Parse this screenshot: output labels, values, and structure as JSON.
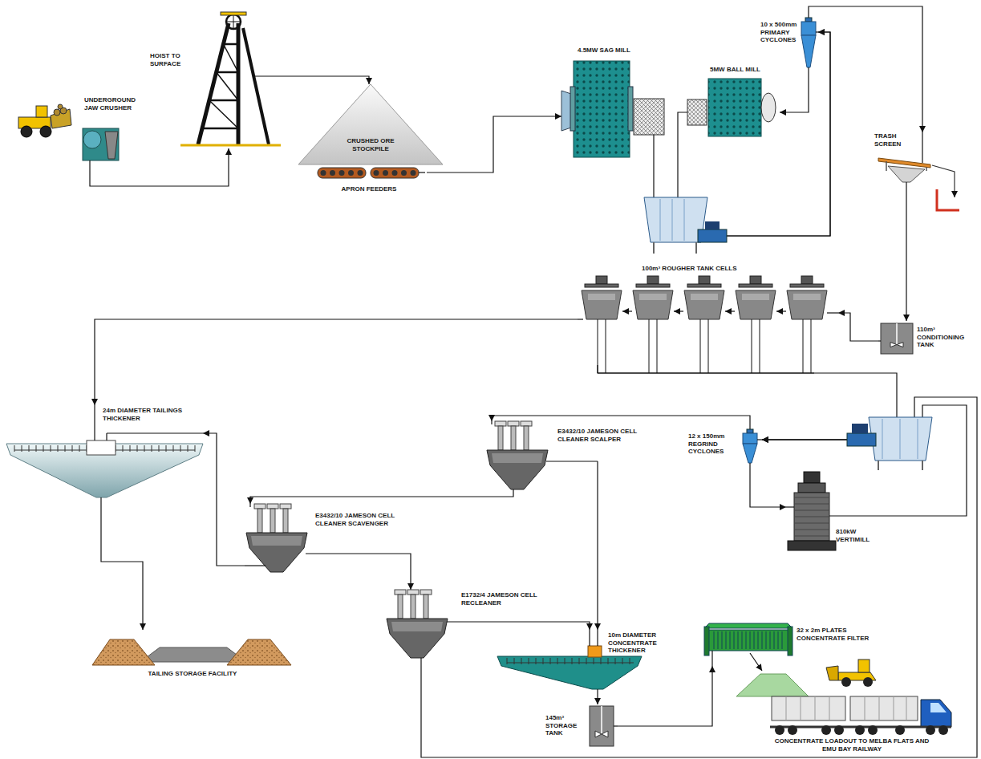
{
  "diagram": {
    "nodes": [
      {
        "text": [
          "UNDERGROUND JAW CRUSHER"
        ]
      },
      {
        "text": [
          "HOIST TO SURFACE"
        ]
      },
      {
        "text": [
          "CRUSHED ORE STOCKPILE"
        ]
      },
      {
        "text": [
          "APRON FEEDERS"
        ]
      },
      {
        "text": [
          "4.5MW SAG MILL"
        ]
      },
      {
        "text": [
          "5MW BALL MILL"
        ]
      },
      {
        "text": [
          "10 x 500mm PRIMARY CYCLONES"
        ]
      },
      {
        "text": [
          "TRASH SCREEN"
        ]
      },
      {
        "text": [
          "100m³ ROUGHER TANK CELLS"
        ]
      },
      {
        "text": [
          "110m³ CONDITIONING TANK"
        ]
      },
      {
        "text": [
          "24m DIAMETER TAILINGS THICKENER"
        ]
      },
      {
        "text": [
          "E3432/10 JAMESON CELL CLEANER SCALPER"
        ]
      },
      {
        "text": [
          "12 x 150mm REGRIND CYCLONES"
        ]
      },
      {
        "text": [
          "E3432/10 JAMESON CELL CLEANER SCAVENGER"
        ]
      },
      {
        "text": [
          "810kW VERTIMILL"
        ]
      },
      {
        "text": [
          "E1732/4 JAMESON CELL RECLEANER"
        ]
      },
      {
        "text": [
          "10m DIAMETER CONCENTRATE THICKENER"
        ]
      },
      {
        "text": [
          "32 x 2m PLATES CONCENTRATE FILTER"
        ]
      },
      {
        "text": [
          "TAILING STORAGE FACILITY"
        ]
      },
      {
        "text": [
          "145m³ STORAGE TANK"
        ]
      }
    ],
    "edges": [
      {
        "from": 0,
        "to": 1,
        "arrow": "to"
      },
      {
        "from": 1,
        "to": 2,
        "arrow": "to"
      },
      {
        "from": 3,
        "to": 4,
        "arrow": "to"
      },
      {
        "from": 4,
        "to": 6,
        "arrow": "to"
      },
      {
        "from": 5,
        "to": 6,
        "arrow": "to"
      },
      {
        "from": 6,
        "to": 5,
        "arrow": "to"
      },
      {
        "from": 6,
        "to": 7,
        "arrow": "to"
      },
      {
        "from": 7,
        "to": 9,
        "arrow": "to"
      },
      {
        "from": 9,
        "to": 8,
        "arrow": "to"
      },
      {
        "from": 8,
        "to": 10,
        "arrow": "to"
      },
      {
        "from": 8,
        "to": 12,
        "arrow": "to"
      },
      {
        "from": 14,
        "to": 12,
        "arrow": "to"
      },
      {
        "from": 15,
        "to": 12,
        "arrow": "to"
      },
      {
        "from": 12,
        "to": 14,
        "arrow": "to"
      },
      {
        "from": 12,
        "to": 11,
        "arrow": "to"
      },
      {
        "from": 11,
        "to": 16,
        "arrow": "to"
      },
      {
        "from": 11,
        "to": 13,
        "arrow": "to"
      },
      {
        "from": 13,
        "to": 15,
        "arrow": "to"
      },
      {
        "from": 13,
        "to": 10,
        "arrow": "to"
      },
      {
        "from": 15,
        "to": 16,
        "arrow": "to"
      },
      {
        "from": 10,
        "to": 18,
        "arrow": "to"
      },
      {
        "from": 16,
        "to": 19,
        "arrow": "to"
      },
      {
        "from": 19,
        "to": 17,
        "arrow": "to"
      }
    ],
    "labels": [
      "CONCENTRATE LOADOUT TO MELBA FLATS AND EMU BAY RAILWAY"
    ]
  }
}
